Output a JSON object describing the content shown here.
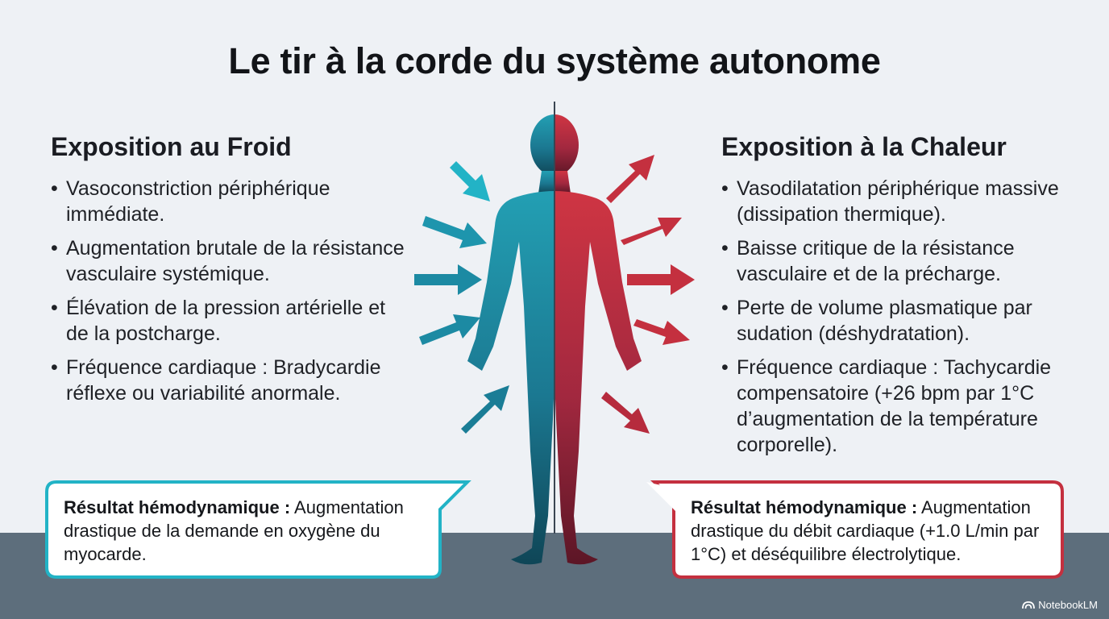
{
  "title": "Le tir à la corde du système autonome",
  "cold": {
    "heading": "Exposition au Froid",
    "points": [
      "Vasoconstriction périphérique immédiate.",
      "Augmentation brutale de la résistance vasculaire systémique.",
      "Élévation de la pression artérielle et de la postcharge.",
      "Fréquence cardiaque : Bradycardie réflexe ou variabilité anormale."
    ],
    "result_label": "Résultat hémodynamique :",
    "result_text": " Augmentation drastique de la demande en oxygène du myocarde."
  },
  "heat": {
    "heading": "Exposition à la Chaleur",
    "points": [
      "Vasodilatation périphérique massive (dissipation thermique).",
      "Baisse critique de la résistance vasculaire et de la précharge.",
      "Perte de volume plasmatique par sudation (déshydratation).",
      "Fréquence cardiaque : Tachycardie compensatoire (+26 bpm par 1°C d’augmentation de la température corporelle)."
    ],
    "result_label": "Résultat hémodynamique :",
    "result_text": " Augmentation drastique du débit cardiaque (+1.0 L/min par 1°C) et déséquilibre électrolytique."
  },
  "brand": "NotebookLM",
  "colors": {
    "cold_accent": "#22b3c6",
    "cold_body": "#1d7f95",
    "heat_accent": "#c4303f",
    "heat_body": "#a3283e",
    "floor": "#5d6e7c",
    "background": "#eef1f5"
  },
  "icons": {
    "cold_arrows": "inward-arrow-icon",
    "heat_arrows": "outward-arrow-icon",
    "brand": "notebooklm-logo-icon"
  }
}
